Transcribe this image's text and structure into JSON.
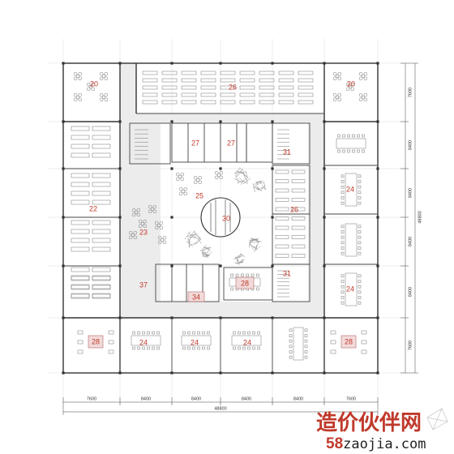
{
  "colors": {
    "wall": "#333333",
    "label": "#c0392b",
    "corridor": "#ececec",
    "furniture": "#777777",
    "room_highlight": "#f2dada"
  },
  "rooms": [
    {
      "id": "r20-tl",
      "label": "20"
    },
    {
      "id": "r26-top",
      "label": "26"
    },
    {
      "id": "r20-tr",
      "label": "20"
    },
    {
      "id": "r27-a",
      "label": "27"
    },
    {
      "id": "r27-b",
      "label": "27"
    },
    {
      "id": "r31-top",
      "label": "31"
    },
    {
      "id": "r25",
      "label": "25"
    },
    {
      "id": "r22",
      "label": "22"
    },
    {
      "id": "r23",
      "label": "23"
    },
    {
      "id": "r30",
      "label": "30"
    },
    {
      "id": "r26-mid",
      "label": "26"
    },
    {
      "id": "r24-r1",
      "label": "24"
    },
    {
      "id": "r24-r2",
      "label": "24"
    },
    {
      "id": "r31-bot",
      "label": "31"
    },
    {
      "id": "r28-mid",
      "label": "28"
    },
    {
      "id": "r37",
      "label": "37"
    },
    {
      "id": "r34",
      "label": "34"
    },
    {
      "id": "r28-bl",
      "label": "28"
    },
    {
      "id": "r24-b1",
      "label": "24"
    },
    {
      "id": "r24-b2",
      "label": "24"
    },
    {
      "id": "r24-b3",
      "label": "24"
    },
    {
      "id": "r28-br",
      "label": "28"
    }
  ],
  "dimensions": {
    "bottom": [
      "7600",
      "8400",
      "8400",
      "8400",
      "8400",
      "7600"
    ],
    "bottom_total": "48800",
    "right": [
      "7600",
      "8400",
      "8400",
      "8400",
      "8400",
      "7600"
    ],
    "right_total": "48800"
  },
  "watermark": {
    "brand": "造价伙伴网",
    "url_number": "58",
    "url_text": "zaojia.com"
  }
}
